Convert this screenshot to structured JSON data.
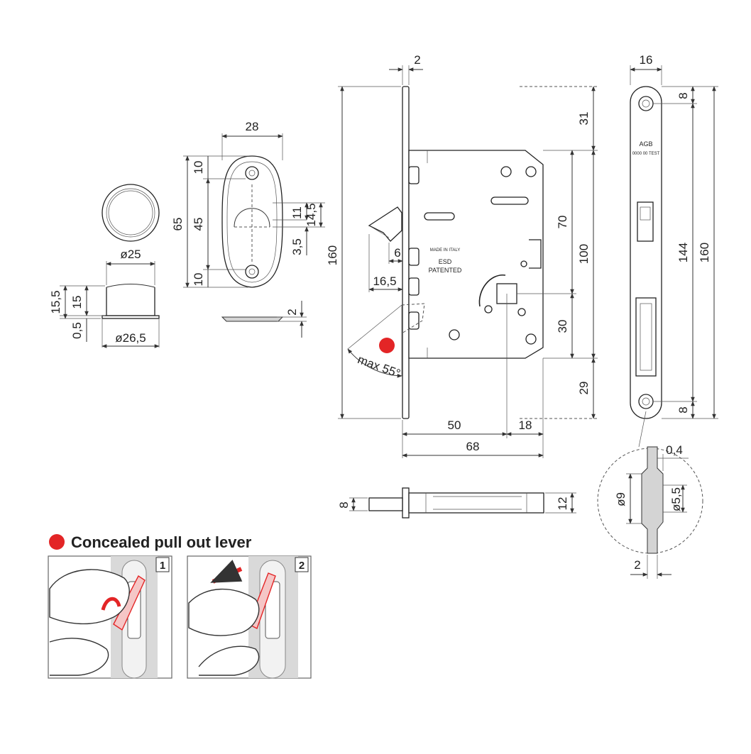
{
  "caption": {
    "text": "Concealed pull out lever",
    "dot_color": "#e32526"
  },
  "steps": [
    "1",
    "2"
  ],
  "rose_ring": {
    "d_outer": "ø25",
    "d_base": "ø26,5",
    "h_total": "15,5",
    "h_body": "15",
    "h_flange": "0,5"
  },
  "escutcheon": {
    "width": "28",
    "height_total": "65",
    "spacing": "45",
    "top": "10",
    "bottom": "10",
    "slot_a": "11",
    "slot_b": "14,5",
    "slot_c": "3,5",
    "thickness": "2"
  },
  "lock_body": {
    "faceplate_thickness": "2",
    "height": "160",
    "top_offset": "31",
    "body_height": "100",
    "to_spindle": "70",
    "spindle_to_bolt": "30",
    "bottom_offset": "29",
    "lever_offset": "6",
    "backset": "16,5",
    "angle": "max 55°",
    "depth_a": "50",
    "depth_b": "18",
    "depth_total": "68",
    "mark_made_in": "MADE IN ITALY",
    "mark_brand": "ESD",
    "mark_patent": "PATENTED",
    "hole_color": "#e32526"
  },
  "side_view": {
    "bolt_height": "8",
    "body_thickness": "12"
  },
  "strike_plate": {
    "width": "16",
    "hole_top": "8",
    "hole_bottom": "8",
    "spacing": "144",
    "height": "160",
    "logo": "AGB",
    "logo_sub": "0000 00 TEST"
  },
  "detail": {
    "offset": "0,4",
    "d_counter": "ø9",
    "d_hole": "ø5,5",
    "thickness": "2"
  }
}
